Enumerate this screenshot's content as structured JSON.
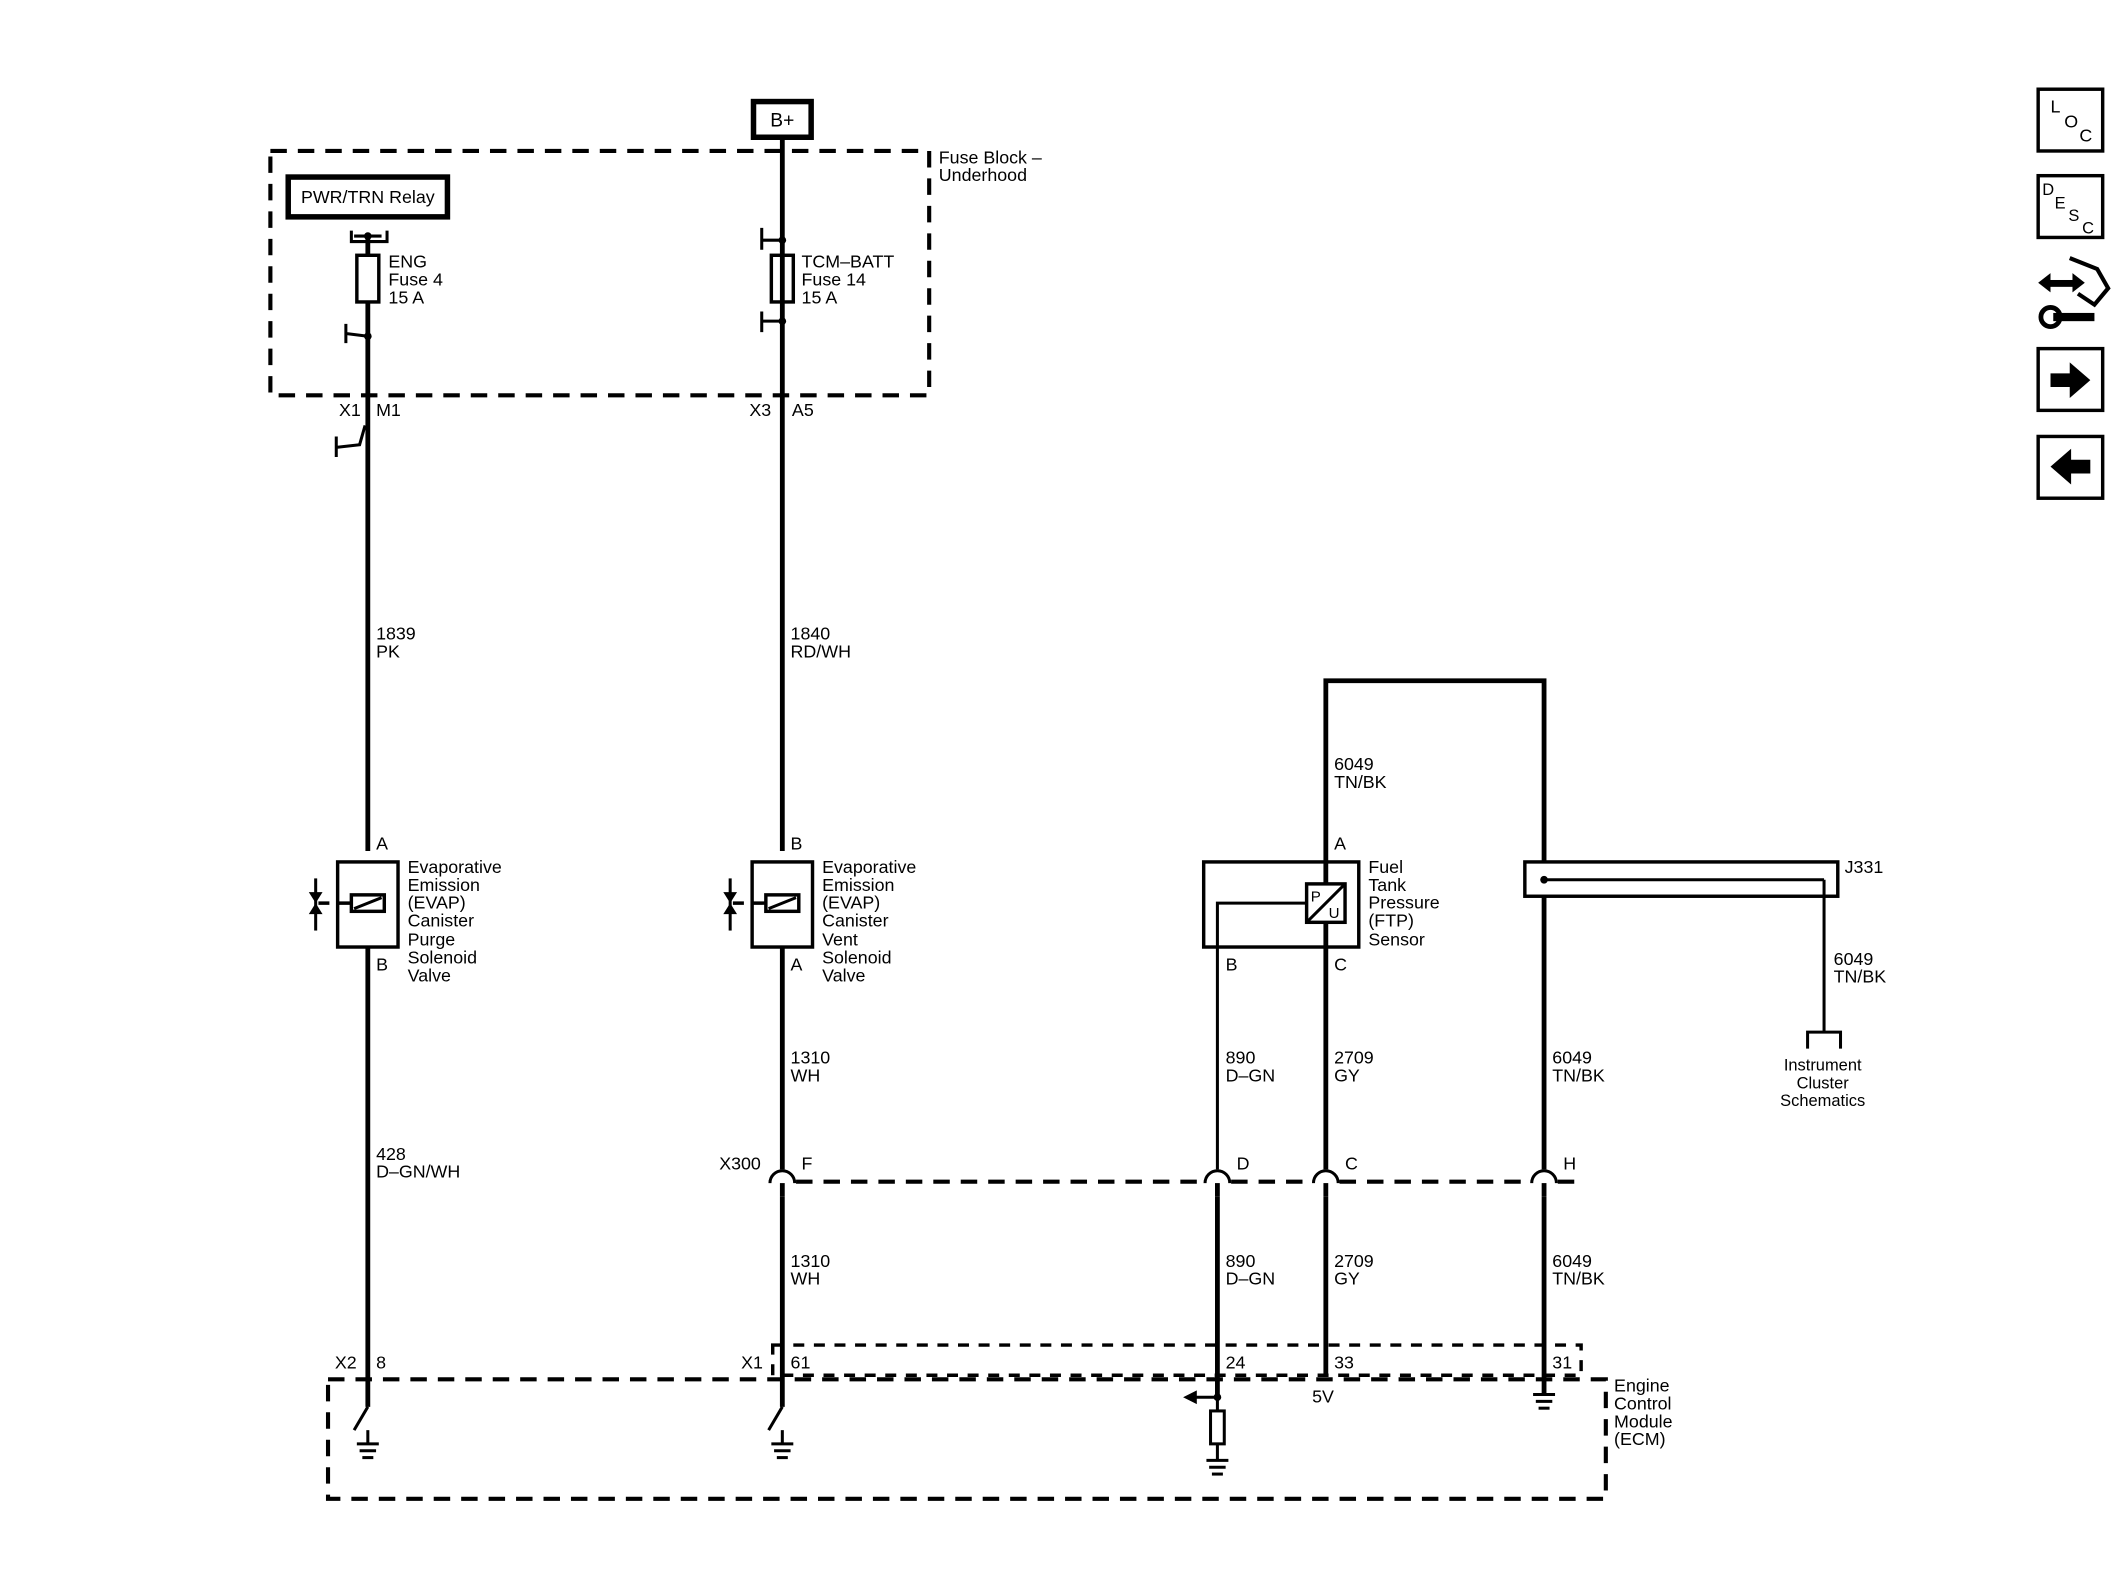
{
  "power": {
    "source": "B+"
  },
  "fuse_block": {
    "title_line1": "Fuse Block –",
    "title_line2": "Underhood"
  },
  "relay": {
    "label": "PWR/TRN Relay"
  },
  "fuse_eng": {
    "line1": "ENG",
    "line2": "Fuse 4",
    "line3": "15 A"
  },
  "fuse_tcm": {
    "line1": "TCM–BATT",
    "line2": "Fuse 14",
    "line3": "15 A"
  },
  "connectors": {
    "x1_m1_conn": "X1",
    "x1_m1_pin": "M1",
    "x3_a5_conn": "X3",
    "x3_a5_pin": "A5",
    "x300": "X300",
    "x300_f": "F",
    "x300_d": "D",
    "x300_c": "C",
    "x300_h": "H",
    "x2": "X2",
    "x2_pin": "8",
    "x1_ecm": "X1",
    "x1_ecm_pin": "61",
    "ecm_pin_24": "24",
    "ecm_pin_33": "33",
    "ecm_pin_31": "31",
    "five_volt": "5V",
    "j331": "J331"
  },
  "wires": {
    "w1839": {
      "num": "1839",
      "color": "PK"
    },
    "w1840": {
      "num": "1840",
      "color": "RD/WH"
    },
    "w428": {
      "num": "428",
      "color": "D–GN/WH"
    },
    "w1310_top": {
      "num": "1310",
      "color": "WH"
    },
    "w1310_bot": {
      "num": "1310",
      "color": "WH"
    },
    "w890_top": {
      "num": "890",
      "color": "D–GN"
    },
    "w890_bot": {
      "num": "890",
      "color": "D–GN"
    },
    "w2709_top": {
      "num": "2709",
      "color": "GY"
    },
    "w2709_bot": {
      "num": "2709",
      "color": "GY"
    },
    "w6049_loop": {
      "num": "6049",
      "color": "TN/BK"
    },
    "w6049_mid": {
      "num": "6049",
      "color": "TN/BK"
    },
    "w6049_bot": {
      "num": "6049",
      "color": "TN/BK"
    },
    "w6049_ic": {
      "num": "6049",
      "color": "TN/BK"
    }
  },
  "purge_valve": {
    "pin_top": "A",
    "pin_bottom": "B",
    "lines": [
      "Evaporative",
      "Emission",
      "(EVAP)",
      "Canister",
      "Purge",
      "Solenoid",
      "Valve"
    ]
  },
  "vent_valve": {
    "pin_top": "B",
    "pin_bottom": "A",
    "lines": [
      "Evaporative",
      "Emission",
      "(EVAP)",
      "Canister",
      "Vent",
      "Solenoid",
      "Valve"
    ]
  },
  "ftp_sensor": {
    "pin_a": "A",
    "pin_b": "B",
    "pin_c": "C",
    "symbol_p": "P",
    "symbol_u": "U",
    "lines": [
      "Fuel",
      "Tank",
      "Pressure",
      "(FTP)",
      "Sensor"
    ]
  },
  "instrument_cluster": {
    "lines": [
      "Instrument",
      "Cluster",
      "Schematics"
    ]
  },
  "ecm": {
    "lines": [
      "Engine",
      "Control",
      "Module",
      "(ECM)"
    ]
  },
  "nav": {
    "loc": {
      "l": "L",
      "o": "O",
      "c": "C"
    },
    "desc": {
      "d": "D",
      "e": "E",
      "s": "S",
      "c": "C"
    }
  }
}
